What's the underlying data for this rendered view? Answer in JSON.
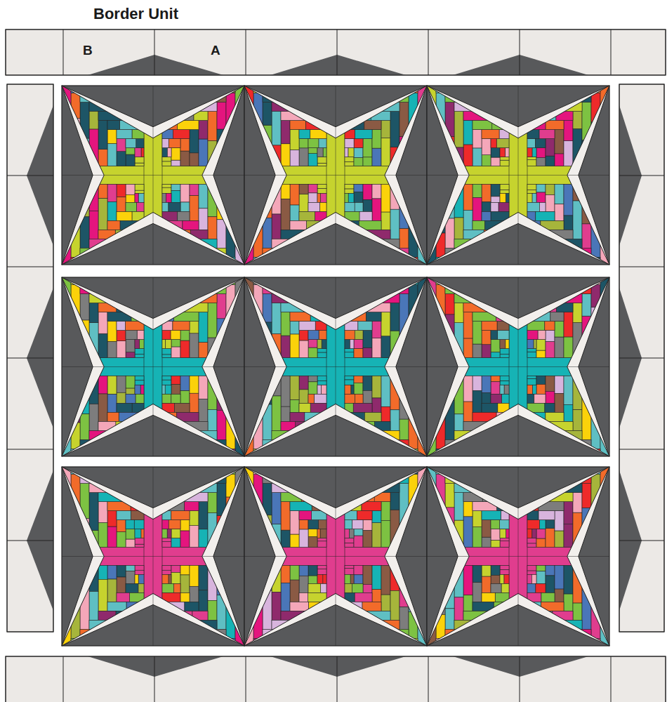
{
  "diagram": {
    "title": "Border Unit",
    "labels": [
      "B",
      "A"
    ]
  }
}
